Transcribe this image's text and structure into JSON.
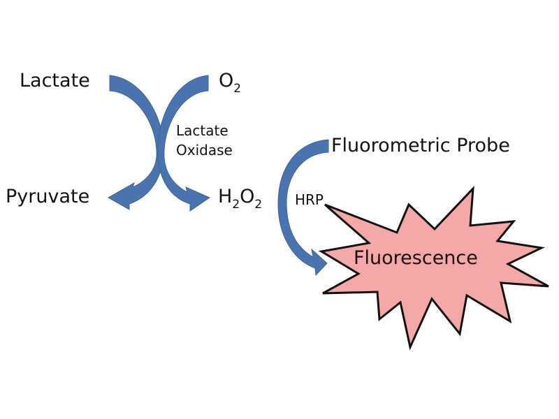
{
  "title": "Lactate assay reaction scheme",
  "colors": {
    "arrow": "#4a74b0",
    "arrow_edge": "#3d6399",
    "burst_fill": "#f4a9a8",
    "burst_stroke": "#111111",
    "text": "#111111"
  },
  "nodes": {
    "lactate": "Lactate",
    "oxygen": {
      "base": "O",
      "sub": "2"
    },
    "pyruvate": "Pyruvate",
    "h2o2": {
      "h": "H",
      "h_sub": "2",
      "o": "O",
      "o_sub": "2"
    },
    "fluorometric_probe": "Fluorometric Probe",
    "fluorescence": "Fluorescence"
  },
  "enzymes": {
    "lactate_oxidase_line1": "Lactate",
    "lactate_oxidase_line2": "Oxidase",
    "hrp": "HRP"
  },
  "reactions": [
    {
      "from": "Lactate",
      "to": "Pyruvate",
      "enzyme": "Lactate Oxidase"
    },
    {
      "from": "O2",
      "to": "H2O2",
      "enzyme": "Lactate Oxidase"
    },
    {
      "from": "Fluorometric Probe",
      "to": "Fluorescence",
      "enzyme": "HRP"
    }
  ]
}
